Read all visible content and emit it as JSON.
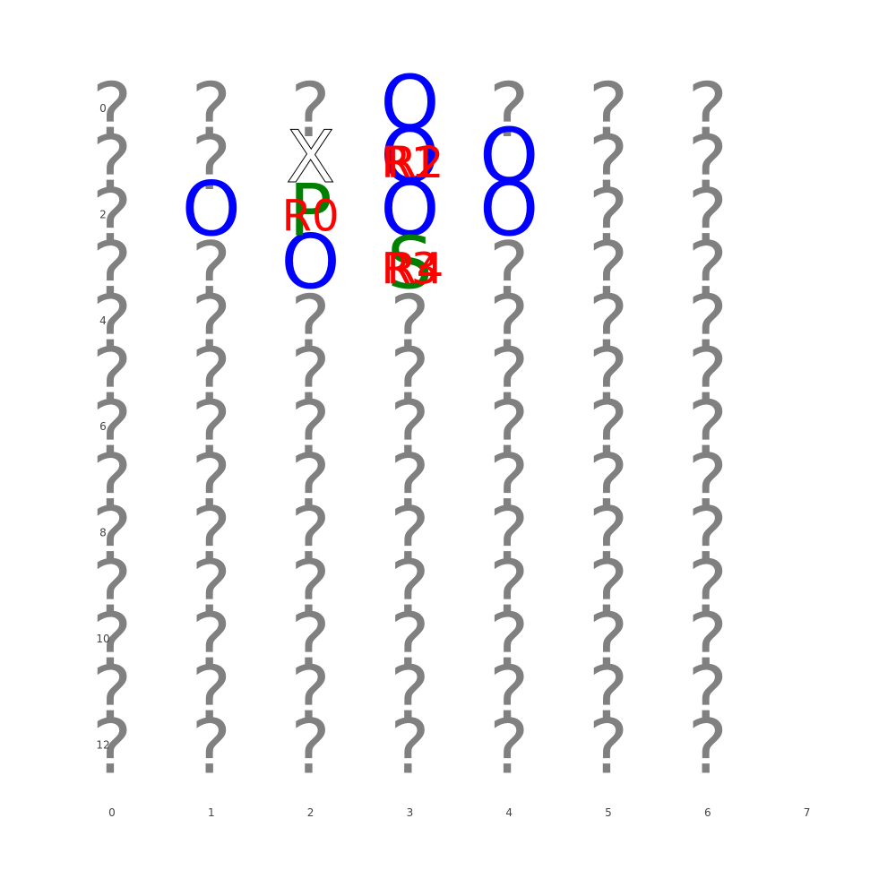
{
  "board": {
    "unknown_symbol": "?",
    "obstacle_symbol": "O",
    "x_ticks": [
      "0",
      "1",
      "2",
      "3",
      "4",
      "5",
      "6",
      "7"
    ],
    "y_ticks": [
      "0",
      "2",
      "4",
      "6",
      "8",
      "10",
      "12"
    ],
    "cols": 7,
    "rows": 13,
    "revealed_cells": [
      {
        "col": 3,
        "row": 0,
        "value": "O"
      },
      {
        "col": 3,
        "row": 1,
        "value": "O"
      },
      {
        "col": 4,
        "row": 1,
        "value": "O"
      },
      {
        "col": 1,
        "row": 2,
        "value": "O"
      },
      {
        "col": 3,
        "row": 2,
        "value": "O"
      },
      {
        "col": 4,
        "row": 2,
        "value": "O"
      },
      {
        "col": 2,
        "row": 3,
        "value": "O"
      }
    ],
    "hidden_unknown_cells": [
      {
        "col": 3,
        "row": 0
      },
      {
        "col": 2,
        "row": 2
      },
      {
        "col": 3,
        "row": 1
      },
      {
        "col": 4,
        "row": 1
      },
      {
        "col": 1,
        "row": 2
      },
      {
        "col": 3,
        "row": 2
      },
      {
        "col": 4,
        "row": 2
      },
      {
        "col": 2,
        "row": 3
      },
      {
        "col": 3,
        "row": 3
      },
      {
        "col": 2,
        "row": 1
      }
    ],
    "markers": [
      {
        "col": 2,
        "row": 1,
        "value": "X",
        "role": "target",
        "color": "#000000"
      },
      {
        "col": 2,
        "row": 2,
        "value": "P",
        "role": "player",
        "color": "#008000"
      },
      {
        "col": 3,
        "row": 3,
        "value": "S",
        "role": "start",
        "color": "#008000"
      }
    ],
    "robots": [
      {
        "label": "R0",
        "col": 2,
        "row": 2
      },
      {
        "label": "R1",
        "col": 3,
        "row": 1
      },
      {
        "label": "R2",
        "col": 3,
        "row": 1
      },
      {
        "label": "R3",
        "col": 3,
        "row": 3
      },
      {
        "label": "R4",
        "col": 3,
        "row": 3
      }
    ],
    "colors": {
      "unknown": "#808080",
      "obstacle": "#0000ff",
      "robot": "#ff0000",
      "tick": "#444444",
      "background": "#ffffff"
    }
  }
}
